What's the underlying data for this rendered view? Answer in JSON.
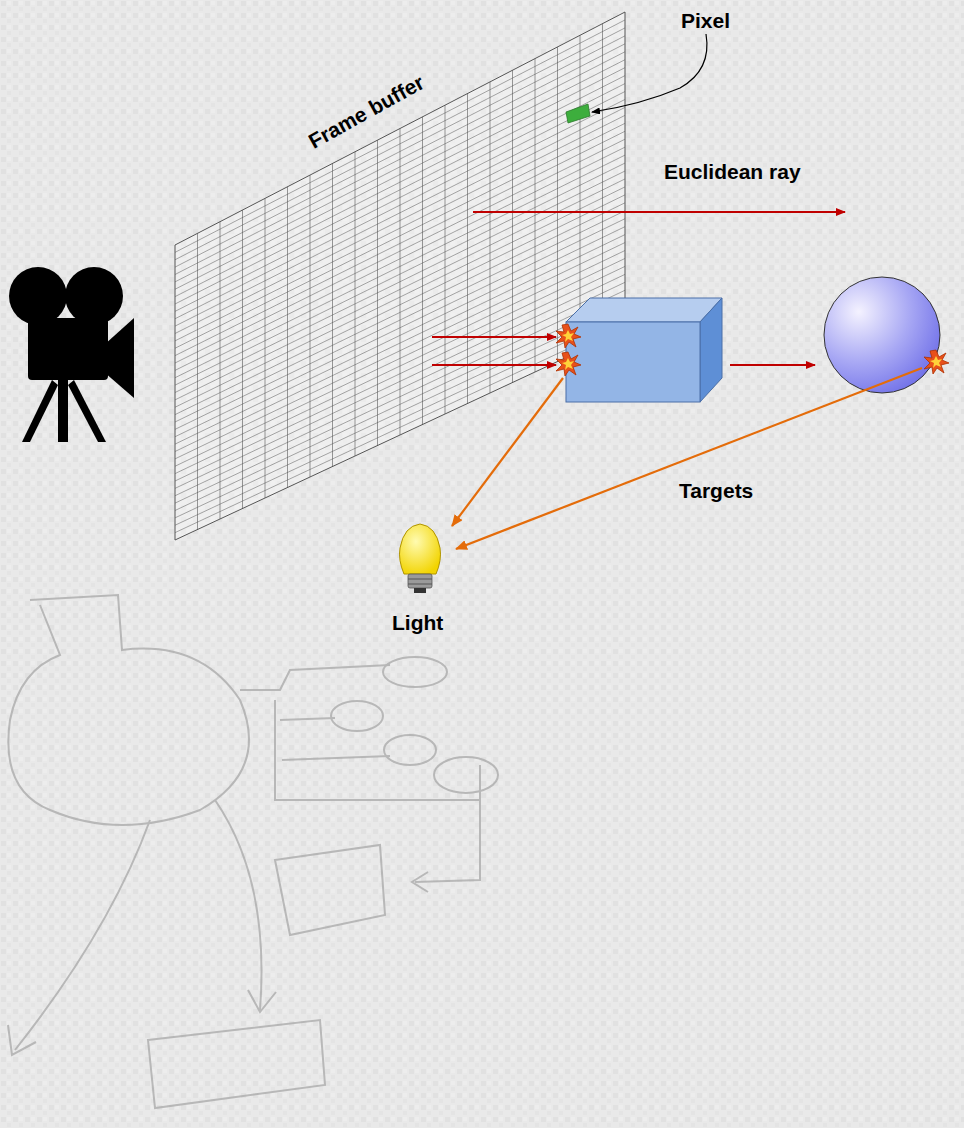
{
  "diagram": {
    "labels": [
      "Pixel",
      "Frame buffer",
      "Euclidean ray",
      "Targets",
      "Light"
    ]
  }
}
